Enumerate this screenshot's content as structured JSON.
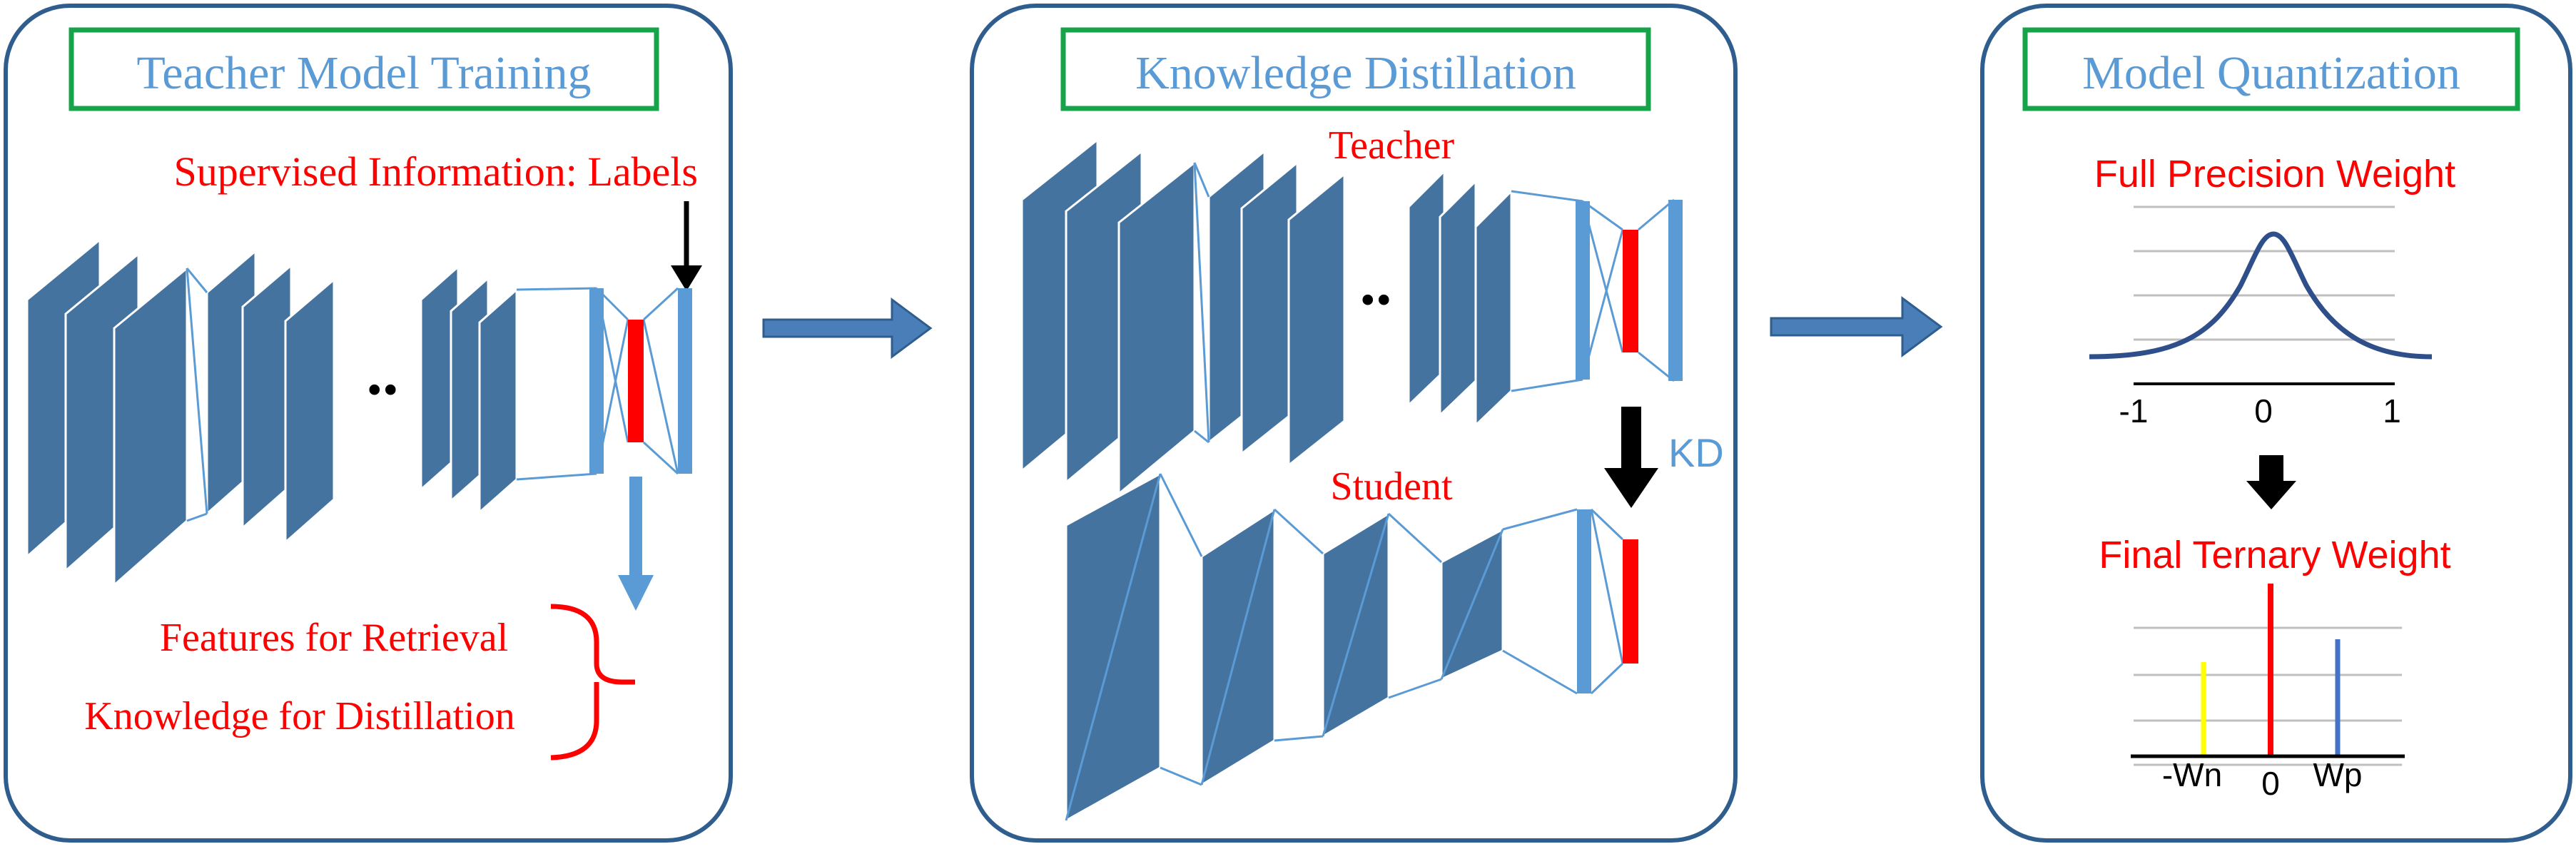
{
  "colors": {
    "panel_border": "#2F5E8E",
    "title_box_border": "#16A34A",
    "title_text": "#5B9BD5",
    "layer_fill": "#44739F",
    "dense_fill": "#5B9BD5",
    "highlight": "#FF0000",
    "label_red": "#FF0000",
    "kd_text": "#5B9BD5",
    "curve": "#2F4F8A",
    "gridline": "#BFBFBF",
    "neg_weight": "#FFFF00",
    "pos_weight": "#4472C4",
    "arrow_black": "#000000"
  },
  "panels": {
    "teacher_training": {
      "title": "Teacher Model Training",
      "supervision_label": "Supervised Information: Labels",
      "ellipsis": "..",
      "outputs": [
        "Features for Retrieval",
        "Knowledge for Distillation"
      ]
    },
    "distillation": {
      "title": "Knowledge Distillation",
      "teacher_label": "Teacher",
      "student_label": "Student",
      "ellipsis": "..",
      "kd_label": "KD"
    },
    "quantization": {
      "title": "Model Quantization",
      "full_precision_label": "Full Precision Weight",
      "axis_ticks": [
        "-1",
        "0",
        "1"
      ],
      "ternary_label": "Final Ternary Weight",
      "ternary_ticks": [
        "-Wn",
        "0",
        "Wp"
      ]
    }
  }
}
